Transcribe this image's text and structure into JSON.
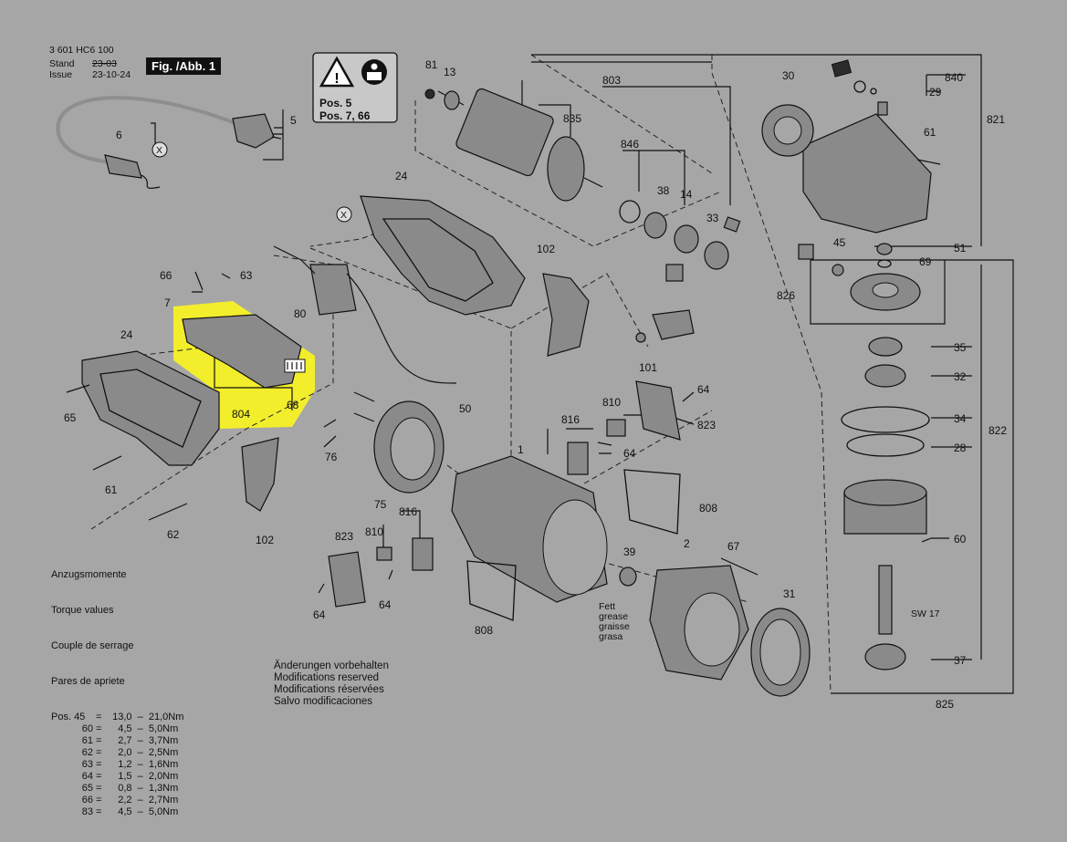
{
  "header": {
    "doc_number": "3 601 HC6 100",
    "stand_label": "Stand",
    "stand_old": "23-03",
    "issue_label": "Issue",
    "issue_date": "23-10-24",
    "figure": "Fig. /Abb. 1"
  },
  "warning": {
    "pos_line1": "Pos. 5",
    "pos_line2": "Pos. 7, 66",
    "icons": [
      "warning-triangle-icon",
      "read-manual-icon"
    ]
  },
  "highlight_color": "#f2ee2c",
  "part_labels": {
    "p5": "5",
    "p6": "6",
    "x1": "X",
    "x2": "X",
    "p24a": "24",
    "p24b": "24",
    "p66": "66",
    "p63": "63",
    "p7": "7",
    "p80": "80",
    "p804": "804",
    "p68": "68",
    "p65": "65",
    "p61a": "61",
    "p62": "62",
    "p102a": "102",
    "p102b": "102",
    "p101": "101",
    "p50": "50",
    "p76": "76",
    "p75": "75",
    "p81": "81",
    "p13": "13",
    "p803": "803",
    "p835": "835",
    "p846": "846",
    "p38": "38",
    "p14": "14",
    "p33": "33",
    "p30": "30",
    "p840": "840",
    "p29": "29",
    "p821": "821",
    "p61b": "61",
    "p45": "45",
    "p51": "51",
    "p69": "69",
    "p826": "826",
    "p35": "35",
    "p32": "32",
    "p34": "34",
    "p28": "28",
    "p822": "822",
    "p60": "60",
    "p37": "37",
    "p825": "825",
    "sw17": "SW 17",
    "p1": "1",
    "p2": "2",
    "p67": "67",
    "p31": "31",
    "p39": "39",
    "p808a": "808",
    "p808b": "808",
    "p810a": "810",
    "p810b": "810",
    "p816a": "816",
    "p816b": "816",
    "p823a": "823",
    "p823b": "823",
    "p64a": "64",
    "p64b": "64",
    "p64c": "64",
    "p64d": "64"
  },
  "grease": [
    "Fett",
    "grease",
    "graisse",
    "grasa"
  ],
  "torque": {
    "titles": [
      "Anzugsmomente",
      "Torque values",
      "Couple de serrage",
      "Pares de apriete"
    ],
    "rows": [
      {
        "pos": "Pos. 45",
        "min": "13,0",
        "max": "21,0Nm"
      },
      {
        "pos": "60",
        "min": "4,5",
        "max": "5,0Nm"
      },
      {
        "pos": "61",
        "min": "2,7",
        "max": "3,7Nm"
      },
      {
        "pos": "62",
        "min": "2,0",
        "max": "2,5Nm"
      },
      {
        "pos": "63",
        "min": "1,2",
        "max": "1,6Nm"
      },
      {
        "pos": "64",
        "min": "1,5",
        "max": "2,0Nm"
      },
      {
        "pos": "65",
        "min": "0,8",
        "max": "1,3Nm"
      },
      {
        "pos": "66",
        "min": "2,2",
        "max": "2,7Nm"
      },
      {
        "pos": "83",
        "min": "4,5",
        "max": "5,0Nm"
      }
    ]
  },
  "modifications": [
    "Änderungen vorbehalten",
    "Modifications reserved",
    "Modifications réservées",
    "Salvo modificaciones"
  ]
}
